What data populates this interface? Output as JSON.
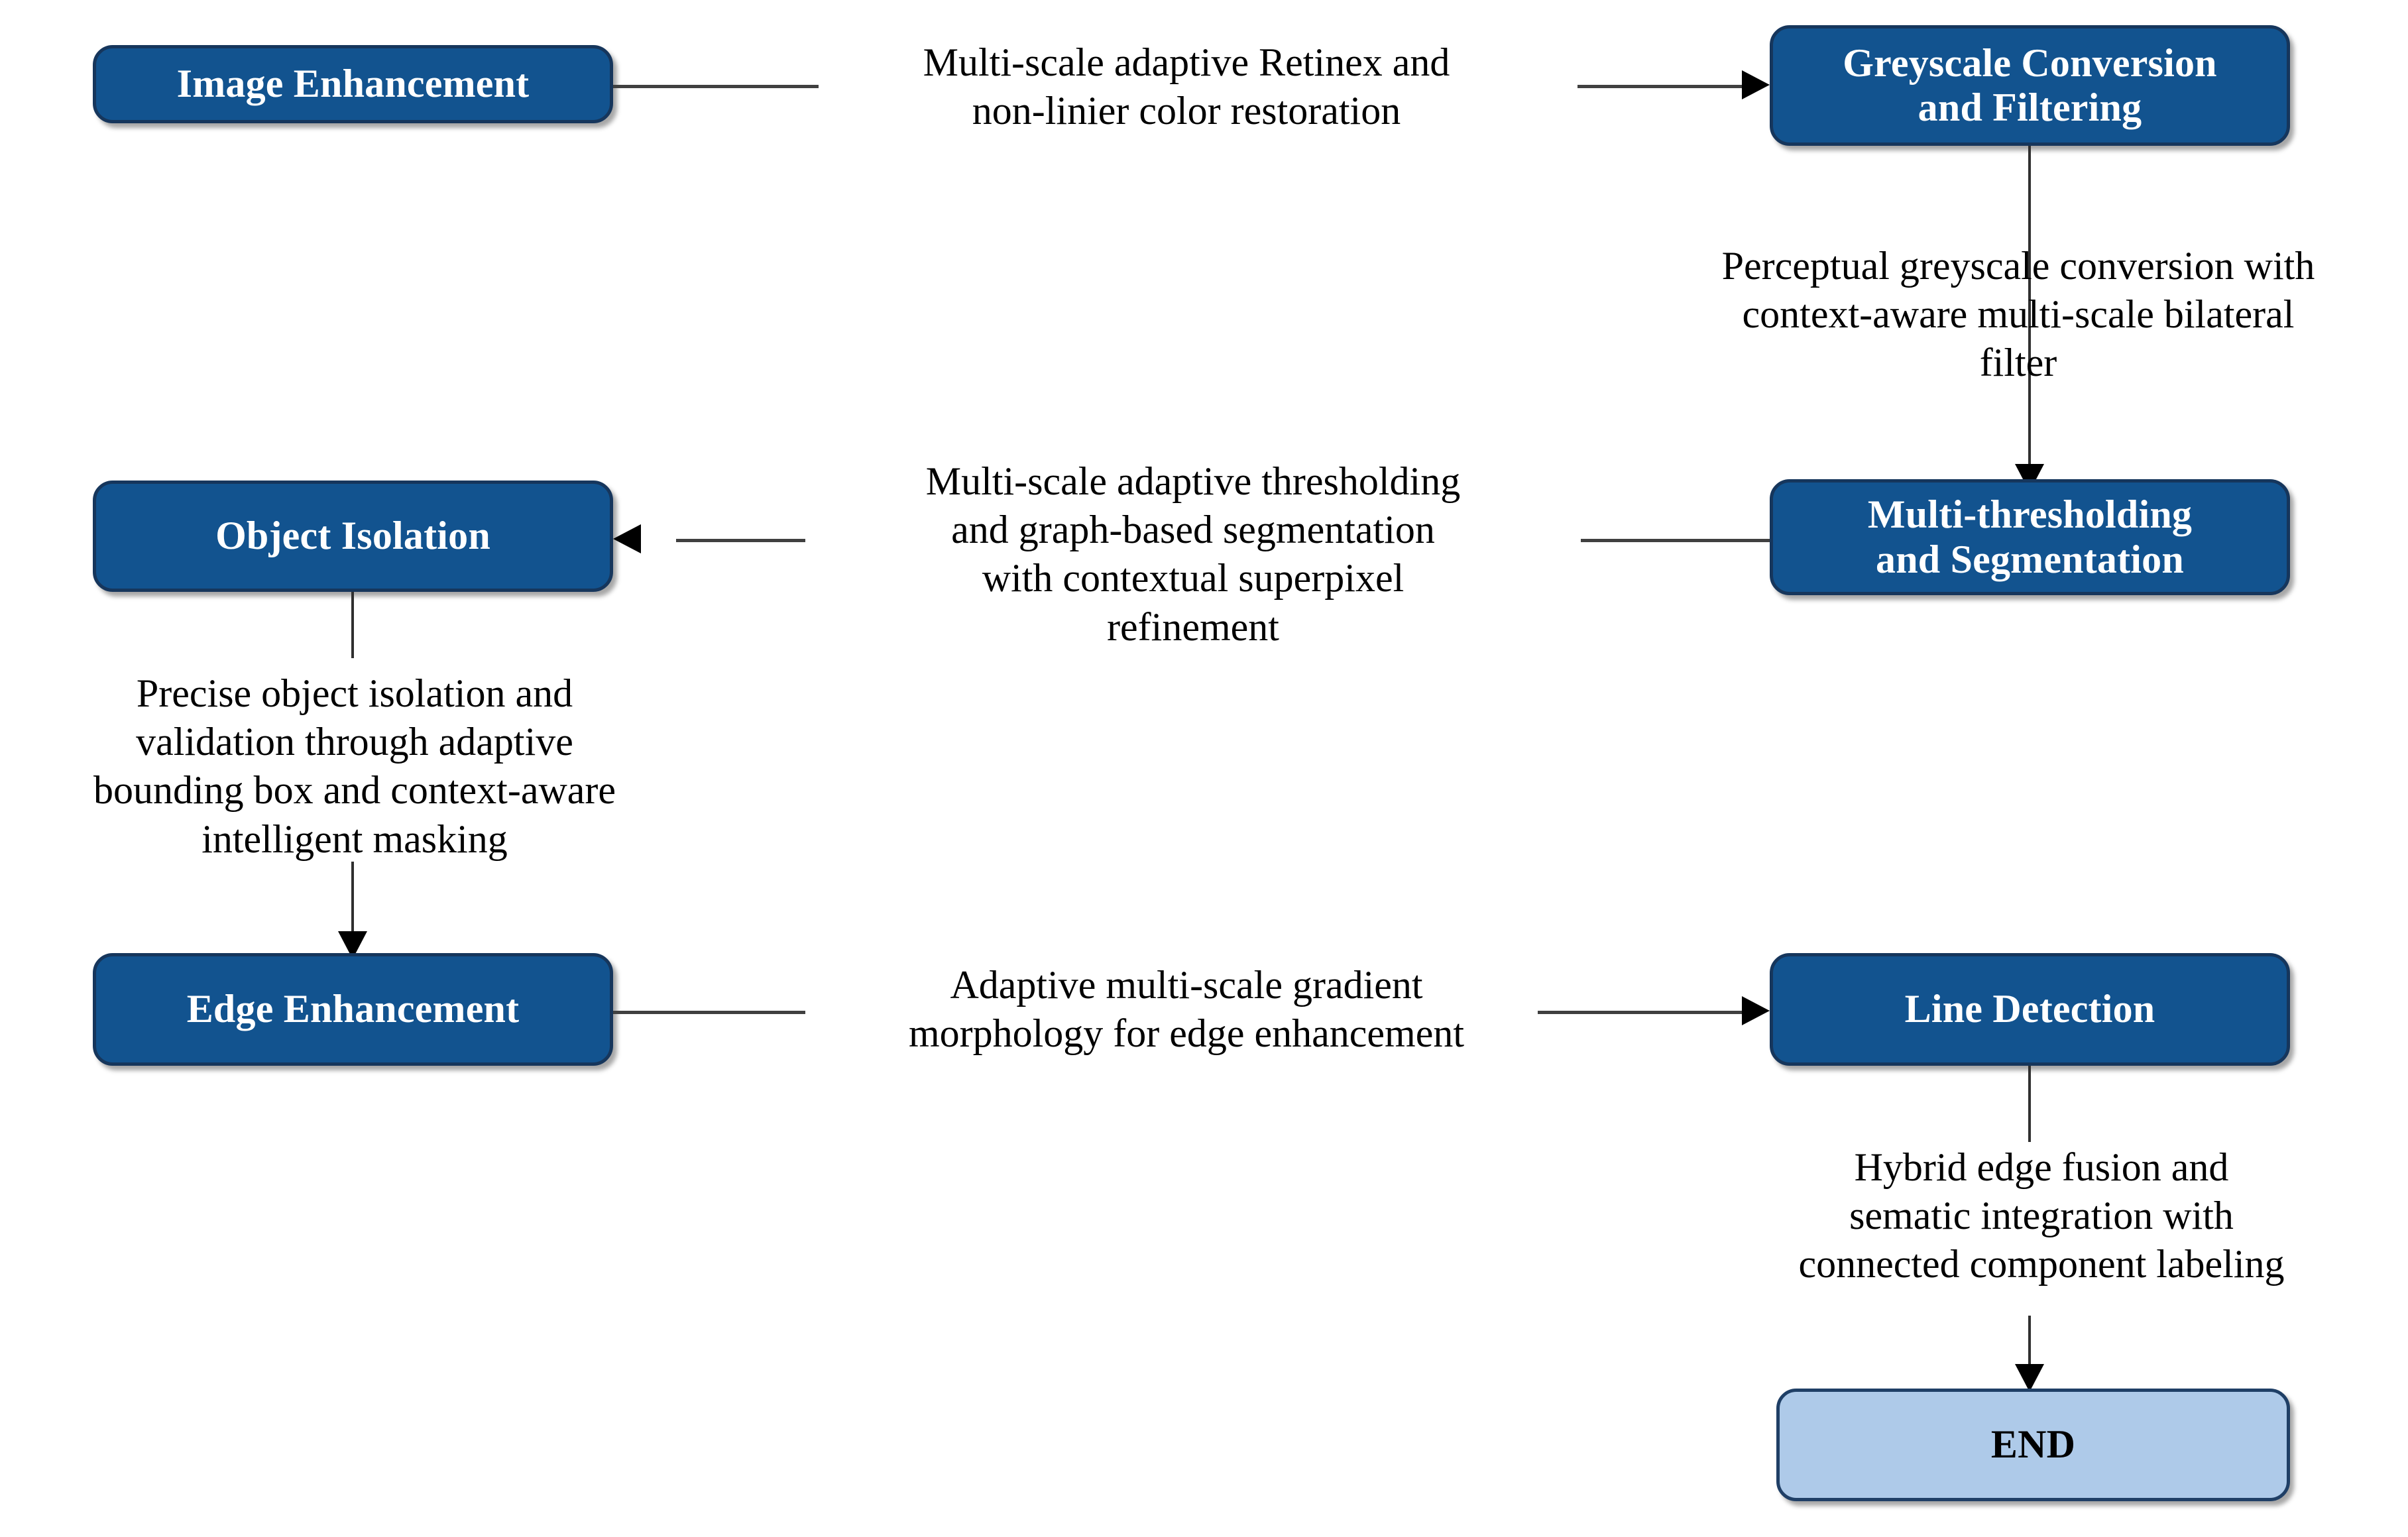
{
  "diagram": {
    "type": "flowchart",
    "title": "Image processing pipeline flowchart",
    "colors": {
      "process_fill": "#12538f",
      "process_text": "#ffffff",
      "terminator_fill": "#aecae9",
      "terminator_text": "#000000",
      "border": "#16365c",
      "connector": "#303030",
      "background": "#ffffff"
    },
    "nodes": [
      {
        "id": "image-enhancement",
        "label": "Image Enhancement",
        "kind": "process"
      },
      {
        "id": "greyscale-conversion",
        "label": "Greyscale Conversion\nand Filtering",
        "kind": "process"
      },
      {
        "id": "multi-thresholding",
        "label": "Multi-thresholding\nand Segmentation",
        "kind": "process"
      },
      {
        "id": "object-isolation",
        "label": "Object Isolation",
        "kind": "process"
      },
      {
        "id": "edge-enhancement",
        "label": "Edge Enhancement",
        "kind": "process"
      },
      {
        "id": "line-detection",
        "label": "Line Detection",
        "kind": "process"
      },
      {
        "id": "end",
        "label": "END",
        "kind": "terminator"
      }
    ],
    "edges": [
      {
        "id": "edge-enhancement-to-greyscale",
        "from": "image-enhancement",
        "to": "greyscale-conversion",
        "direction": "right",
        "label": "Multi-scale adaptive Retinex and\nnon-linier color restoration"
      },
      {
        "id": "edge-greyscale-to-thresholding",
        "from": "greyscale-conversion",
        "to": "multi-thresholding",
        "direction": "down",
        "label": "Perceptual greyscale conversion with\ncontext-aware multi-scale bilateral\nfilter"
      },
      {
        "id": "edge-thresholding-to-isolation",
        "from": "multi-thresholding",
        "to": "object-isolation",
        "direction": "left",
        "label": "Multi-scale adaptive thresholding\nand graph-based segmentation\nwith contextual superpixel\nrefinement"
      },
      {
        "id": "edge-isolation-to-edge-enhancement",
        "from": "object-isolation",
        "to": "edge-enhancement",
        "direction": "down",
        "label": "Precise object isolation and\nvalidation through adaptive\nbounding box and context-aware\nintelligent masking"
      },
      {
        "id": "edge-enhancement-to-line-detection",
        "from": "edge-enhancement",
        "to": "line-detection",
        "direction": "right",
        "label": "Adaptive multi-scale gradient\nmorphology for edge enhancement"
      },
      {
        "id": "edge-line-detection-to-end",
        "from": "line-detection",
        "to": "end",
        "direction": "down",
        "label": "Hybrid edge fusion and\nsematic integration with\nconnected component labeling"
      }
    ]
  }
}
